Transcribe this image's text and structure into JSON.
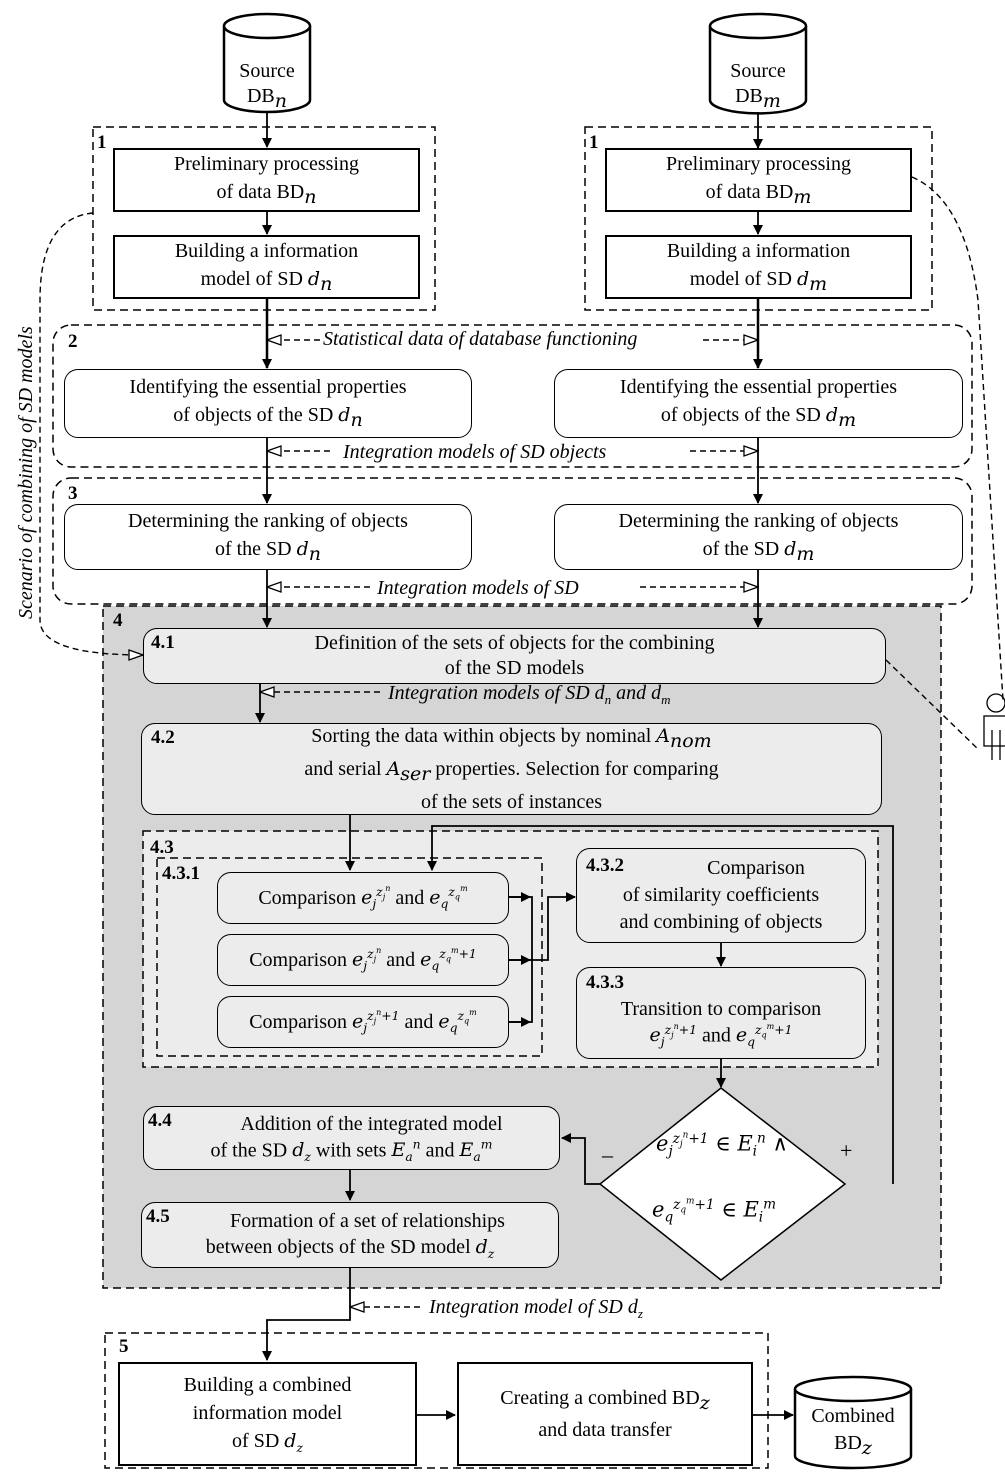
{
  "sources": {
    "n": {
      "line1": "Source",
      "line2": "DB",
      "sub": "n"
    },
    "m": {
      "line1": "Source",
      "line2": "DB",
      "sub": "m"
    }
  },
  "stage_numbers": {
    "s1_left": "1",
    "s1_right": "1",
    "s2": "2",
    "s3": "3",
    "s4": "4",
    "s5": "5"
  },
  "stage1": {
    "left": {
      "pre1": "Preliminary processing",
      "pre2": "of data BD",
      "pre_sub": "n",
      "build1": "Building a information",
      "build2": "model of SD ",
      "build_var": "d",
      "build_sub": "n"
    },
    "right": {
      "pre1": "Preliminary processing",
      "pre2": "of data BD",
      "pre_sub": "m",
      "build1": "Building a information",
      "build2": "model of SD ",
      "build_var": "d",
      "build_sub": "m"
    }
  },
  "stage2": {
    "left": {
      "l1": "Identifying the essential properties",
      "l2": "of objects of the SD ",
      "var": "d",
      "sub": "n"
    },
    "right": {
      "l1": "Identifying the essential properties",
      "l2": "of objects of the SD ",
      "var": "d",
      "sub": "m"
    }
  },
  "stage3": {
    "left": {
      "l1": "Determining the ranking of objects",
      "l2": "of the SD ",
      "var": "d",
      "sub": "n"
    },
    "right": {
      "l1": "Determining the ranking of objects",
      "l2": "of the SD ",
      "var": "d",
      "sub": "m"
    }
  },
  "annotations": {
    "statistical": "Statistical data of database functioning",
    "integration_objects": "Integration models of SD objects",
    "integration_sd": "Integration models of SD",
    "integration_dn_dm_a": "Integration models of SD ",
    "integration_dn_dm_b": " and ",
    "integration_dz": "Integration model of SD ",
    "scenario": "Scenario of combining of SD models"
  },
  "stage4": {
    "s41": {
      "num": "4.1",
      "l1": "Definition of the sets of objects for the combining",
      "l2": "of the SD models"
    },
    "s42": {
      "num": "4.2",
      "l1a": "Sorting the data within objects by nominal ",
      "l1var": "A",
      "l1sub": "nom",
      "l2a": "and serial ",
      "l2var": "A",
      "l2sub": "ser",
      "l2b": " properties. Selection for comparing",
      "l3": "of the sets of instances"
    },
    "s43": {
      "num": "4.3"
    },
    "s431": {
      "num": "4.3.1",
      "label": "Comparison"
    },
    "s432": {
      "num": "4.3.2",
      "l1": "Comparison",
      "l2": "of similarity coefficients",
      "l3": "and combining of objects"
    },
    "s433": {
      "num": "4.3.3",
      "l1": "Transition to comparison",
      "and": "and"
    },
    "s44": {
      "num": "4.4",
      "l1": "Addition of the integrated model",
      "l2a": "of the SD ",
      "l2b": " with sets ",
      "l2c": " and "
    },
    "s45": {
      "num": "4.5",
      "l1": "Formation of a set of relationships",
      "l2": "between objects of the SD model "
    },
    "decision": {
      "minus": "–",
      "plus": "+"
    }
  },
  "stage5": {
    "build": {
      "l1": "Building a combined",
      "l2": "information model",
      "l3": "of SD "
    },
    "create": {
      "l1": "Creating a combined BD",
      "l2": "and data transfer"
    },
    "combined": {
      "l1": "Combined",
      "l2": "BD"
    }
  }
}
